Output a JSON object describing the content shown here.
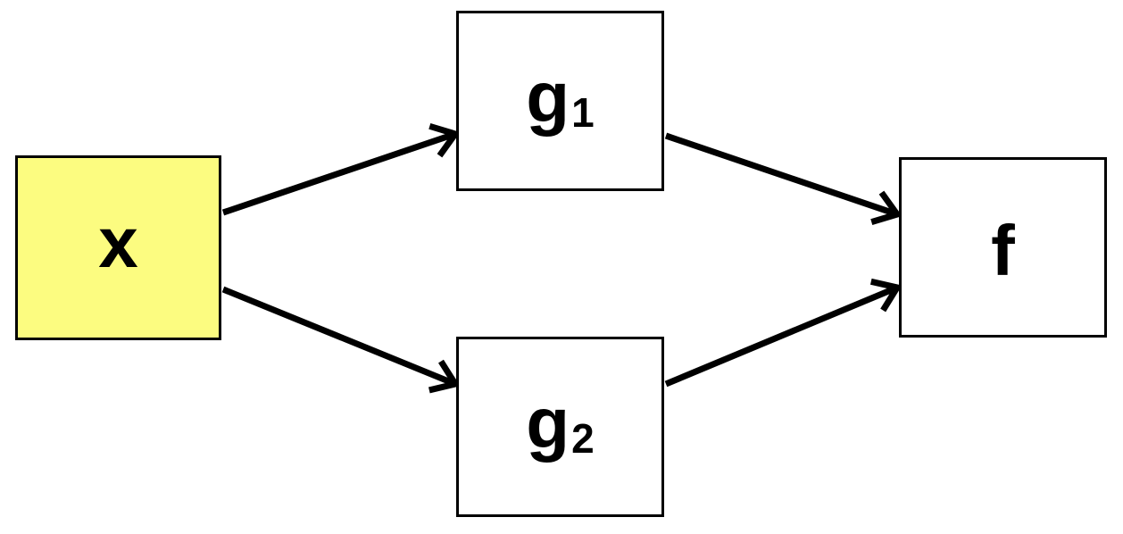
{
  "colors": {
    "input_fill": "#FCFC80",
    "node_fill": "#FFFFFF",
    "stroke": "#000000"
  },
  "nodes": {
    "x": {
      "label": "x"
    },
    "g1": {
      "label": "g",
      "sub": "1"
    },
    "g2": {
      "label": "g",
      "sub": "2"
    },
    "f": {
      "label": "f"
    }
  },
  "edges": [
    {
      "from": "x",
      "to": "g1"
    },
    {
      "from": "x",
      "to": "g2"
    },
    {
      "from": "g1",
      "to": "f"
    },
    {
      "from": "g2",
      "to": "f"
    }
  ]
}
